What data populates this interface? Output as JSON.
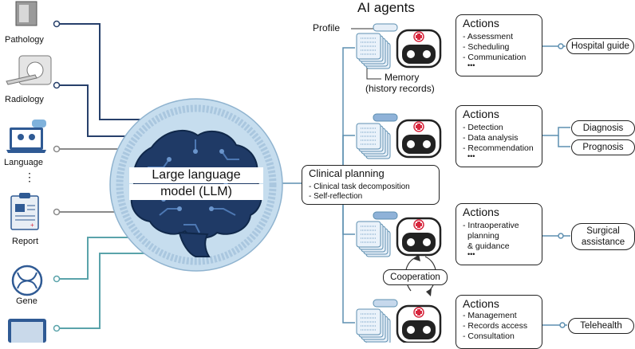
{
  "header": {
    "title": "AI agents"
  },
  "inputs": {
    "pathology": "Pathology",
    "radiology": "Radiology",
    "language": "Language",
    "ellipsis": "⋮",
    "report": "Report",
    "gene": "Gene"
  },
  "llm": {
    "line1": "Large language",
    "line2": "model (LLM)"
  },
  "planning": {
    "title": "Clinical planning",
    "item1": "- Clinical task decomposition",
    "item2": "- Self-reflection"
  },
  "profile_label": "Profile",
  "memory": {
    "line1": "Memory",
    "line2": "(history records)"
  },
  "agents": [
    {
      "title": "Actions",
      "items": [
        "- Assessment",
        "- Scheduling",
        "- Communication",
        "•••"
      ],
      "outputs": [
        "Hospital guide"
      ]
    },
    {
      "title": "Actions",
      "items": [
        "- Detection",
        "- Data analysis",
        "- Recommendation",
        "•••"
      ],
      "outputs": [
        "Diagnosis",
        "Prognosis"
      ]
    },
    {
      "title": "Actions",
      "items": [
        "- Intraoperative",
        "planning",
        "& guidance",
        "•••"
      ],
      "outputs": [
        "Surgical assistance"
      ],
      "output_lines": [
        "Surgical",
        "assistance"
      ]
    },
    {
      "title": "Actions",
      "items": [
        "- Management",
        "- Records access",
        "- Consultation"
      ],
      "outputs": [
        "Telehealth"
      ]
    }
  ],
  "cooperation": "Cooperation",
  "colors": {
    "navy": "#27406b",
    "brain_dark": "#1f3a66",
    "brain_mid": "#2f5a94",
    "circle": "#c6ddee",
    "teal": "#5aa3aa",
    "gray": "#808080",
    "robot_red": "#d7263d"
  },
  "icons": [
    "microscope-icon",
    "mri-scanner-icon",
    "laptop-chat-icon",
    "clipboard-report-icon",
    "dna-icon",
    "device-icon",
    "robot-icon",
    "brain-icon",
    "document-stack-icon"
  ]
}
